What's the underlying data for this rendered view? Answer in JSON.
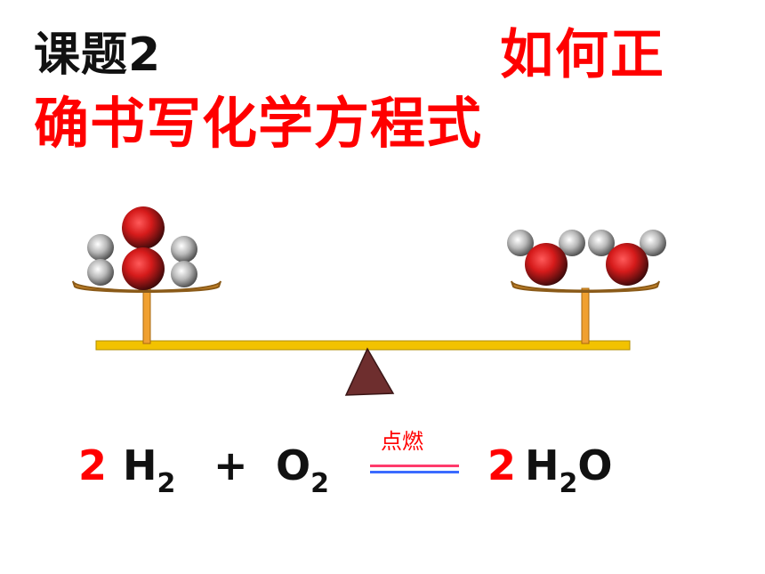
{
  "title": {
    "lesson": "课题2",
    "main_part1": "如何正",
    "main_part2": "确书写化学方程式"
  },
  "equation": {
    "coef_h2": "2",
    "h2_base": "H",
    "h2_sub": "2",
    "plus": "+",
    "o2_base": "O",
    "o2_sub": "2",
    "condition": "点燃",
    "coef_h2o": "2",
    "h2o_h": "H",
    "h2o_sub": "2",
    "h2o_o": "O"
  },
  "colors": {
    "title_red": "#ff0000",
    "text_dark": "#111111",
    "beam": "#f2c200",
    "pan": "#c8862a",
    "fulcrum": "#6e2e2e",
    "oxygen_atom": "#d61b1b",
    "hydrogen_atom": "#b8b8b8"
  }
}
